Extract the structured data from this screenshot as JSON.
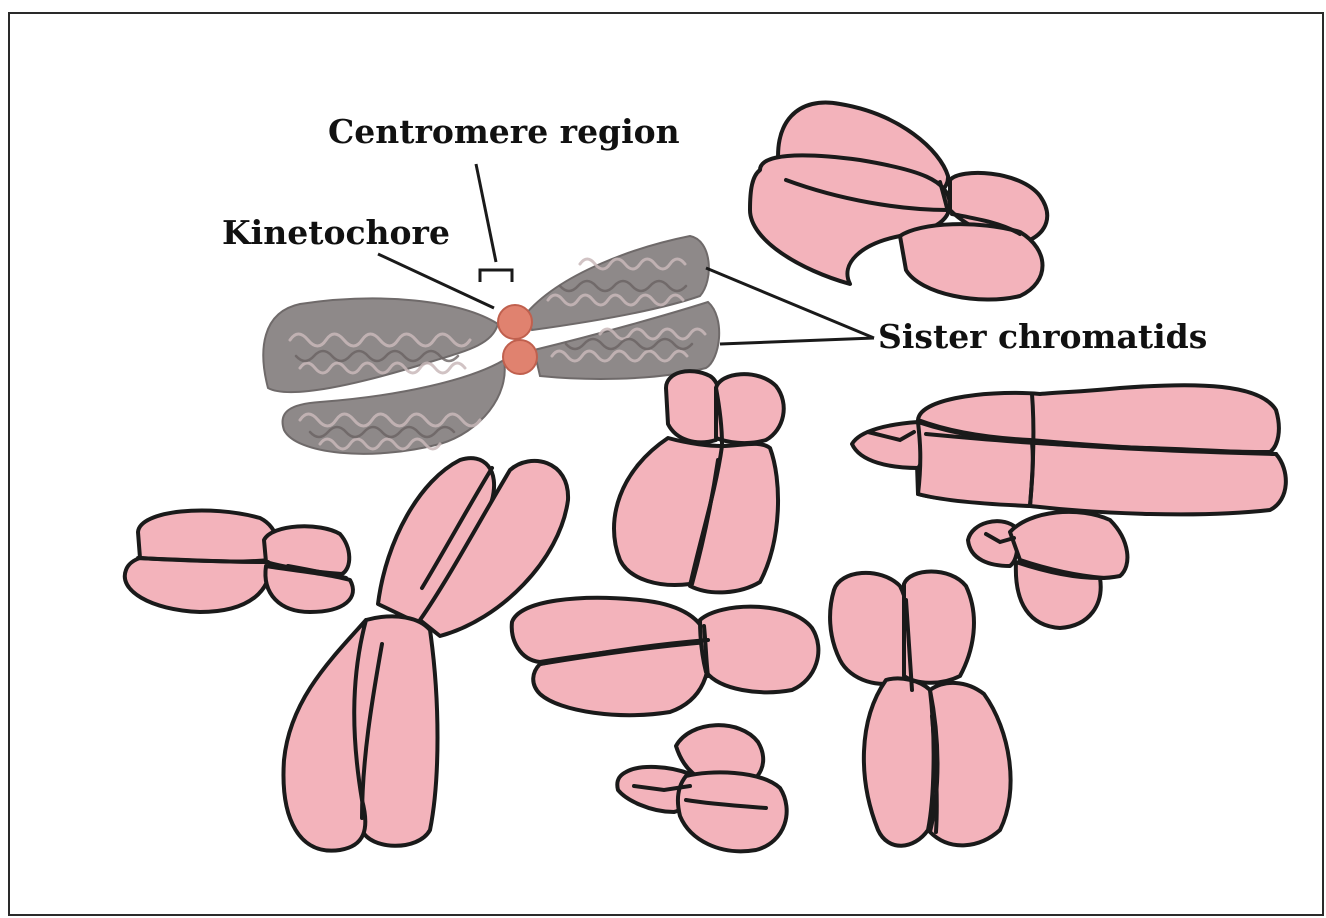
{
  "labels": {
    "centromere": "Centromere region",
    "kinetochore": "Kinetochore",
    "sister_chromatids": "Sister chromatids"
  },
  "colors": {
    "chromosome_fill": "#f3b3bb",
    "outline": "#1a1a1a",
    "detailed_chromosome": "#8e8989",
    "kinetochore": "#e0826f",
    "frame_border": "#2a2a2a"
  }
}
